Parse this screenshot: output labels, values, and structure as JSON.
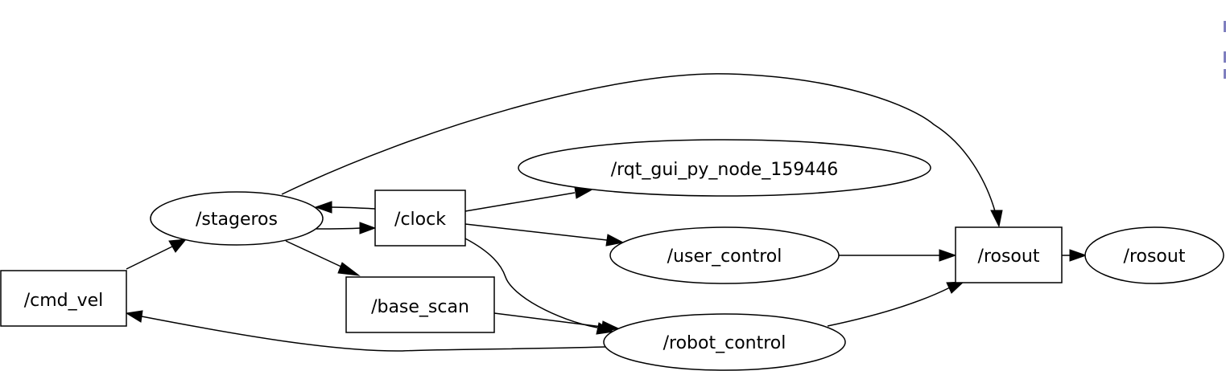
{
  "graph": {
    "nodes": {
      "cmd_vel": "/cmd_vel",
      "stageros": "/stageros",
      "clock": "/clock",
      "base_scan": "/base_scan",
      "rqt_gui": "/rqt_gui_py_node_159446",
      "user_control": "/user_control",
      "robot_control": "/robot_control",
      "rosout_topic": "/rosout",
      "rosout_node": "/rosout"
    }
  }
}
